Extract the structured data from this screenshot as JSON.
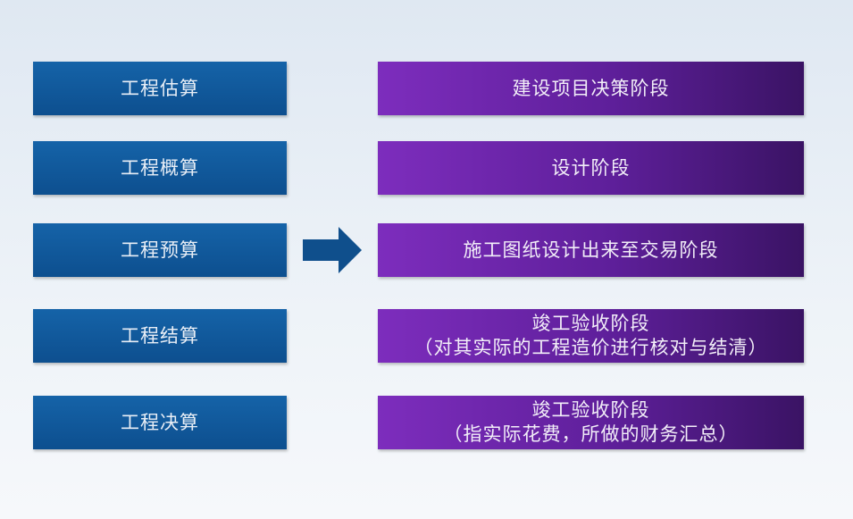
{
  "types": [
    "工程估算",
    "工程概算",
    "工程预算",
    "工程结算",
    "工程决算"
  ],
  "stages": [
    {
      "line1": "建设项目决策阶段"
    },
    {
      "line1": "设计阶段"
    },
    {
      "line1": "施工图纸设计出来至交易阶段"
    },
    {
      "line1": "竣工验收阶段",
      "line2": "（对其实际的工程造价进行核对与结清）"
    },
    {
      "line1": "竣工验收阶段",
      "line2": "（指实际花费，所做的财务汇总）"
    }
  ],
  "colors": {
    "blue": "#0f5a9c",
    "purple_start": "#7d2dbd",
    "purple_end": "#3a1364",
    "arrow": "#0f4f8c"
  }
}
